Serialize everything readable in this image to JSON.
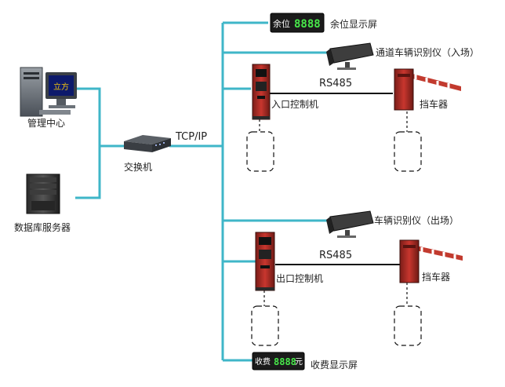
{
  "colors": {
    "network_line": "#3fb6c8",
    "rs485_line": "#111111",
    "led_green": "#48e84a",
    "controller_red": "#b8302a",
    "barrier_red": "#c23a2e"
  },
  "nodes": {
    "management_center": {
      "label": "管理中心",
      "screen_text": "立方",
      "icon": "desktop-computer-icon"
    },
    "database_server": {
      "label": "数据库服务器",
      "icon": "server-tower-icon"
    },
    "switch": {
      "label": "交换机",
      "icon": "network-switch-icon"
    },
    "backbone": {
      "label": "TCP/IP"
    },
    "remaining_display": {
      "label": "余位显示屏",
      "prefix": "余位",
      "digits": "8888",
      "icon": "led-display-icon"
    },
    "entry_camera": {
      "label": "通道车辆识别仪（入场）",
      "icon": "camera-icon"
    },
    "entry_controller": {
      "label": "入口控制机",
      "icon": "controller-kiosk-icon"
    },
    "entry_barrier": {
      "label": "挡车器",
      "icon": "barrier-gate-icon"
    },
    "entry_link": {
      "label": "RS485"
    },
    "exit_camera": {
      "label": "车辆识别仪（出场）",
      "icon": "camera-icon"
    },
    "exit_controller": {
      "label": "出口控制机",
      "icon": "controller-kiosk-icon"
    },
    "exit_barrier": {
      "label": "挡车器",
      "icon": "barrier-gate-icon"
    },
    "exit_link": {
      "label": "RS485"
    },
    "fee_display": {
      "label": "收费显示屏",
      "prefix": "收费",
      "digits": "8888",
      "suffix": "元",
      "icon": "led-display-icon"
    }
  }
}
